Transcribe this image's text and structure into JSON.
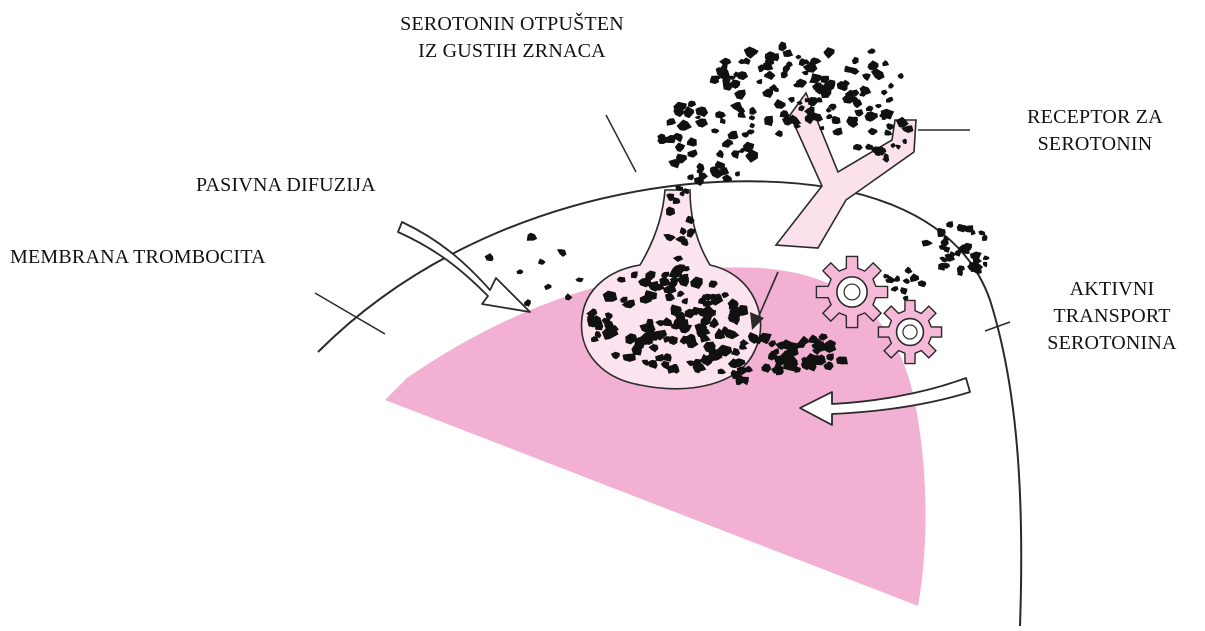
{
  "labels": {
    "serotonin_released": [
      "SEROTONIN OTPUŠTEN",
      "IZ GUSTIH ZRNACA"
    ],
    "receptor": [
      "RECEPTOR ZA",
      "SEROTONIN"
    ],
    "passive_diffusion": "PASIVNA DIFUZIJA",
    "platelet_membrane": "MEMBRANA TROMBOCITA",
    "active_transport": [
      "AKTIVNI",
      "TRANSPORT",
      "SEROTONINA"
    ]
  },
  "colors": {
    "cytoplasm": "#f2b0d2",
    "granule": "#fbe4ef",
    "receptor": "#fbe1ec",
    "transporter": "#f5b8d6",
    "particle": "#111111",
    "outline": "#2a2a2a"
  },
  "icons": [
    "receptor-icon",
    "transporter-icon",
    "arrow-icon",
    "serotonin-particle-icon"
  ]
}
